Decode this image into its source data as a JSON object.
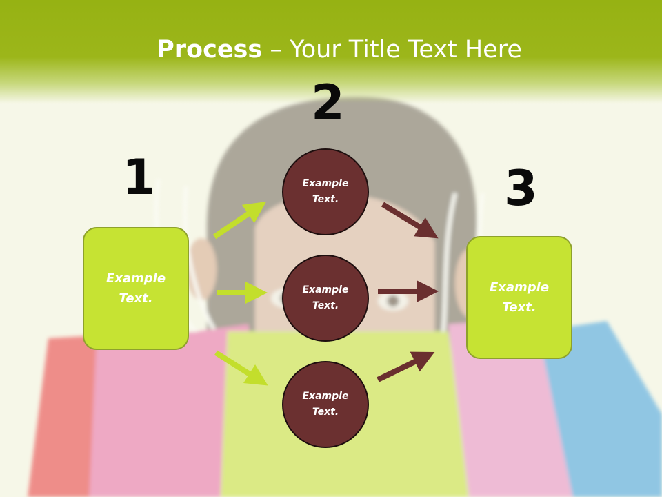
{
  "title": {
    "bold": "Process",
    "rest": " – Your Title Text Here"
  },
  "steps": {
    "n1": "1",
    "n2": "2",
    "n3": "3"
  },
  "left_box": {
    "text": "Example Text."
  },
  "right_box": {
    "text": "Example Text."
  },
  "circles": [
    {
      "text": "Example Text."
    },
    {
      "text": "Example Text."
    },
    {
      "text": "Example Text."
    }
  ],
  "colors": {
    "header_green": "#9cb61a",
    "box_green": "#c6e333",
    "circle_brown": "#6b3030",
    "arrow_green": "#c3de2c",
    "arrow_brown": "#6a2f2f"
  }
}
